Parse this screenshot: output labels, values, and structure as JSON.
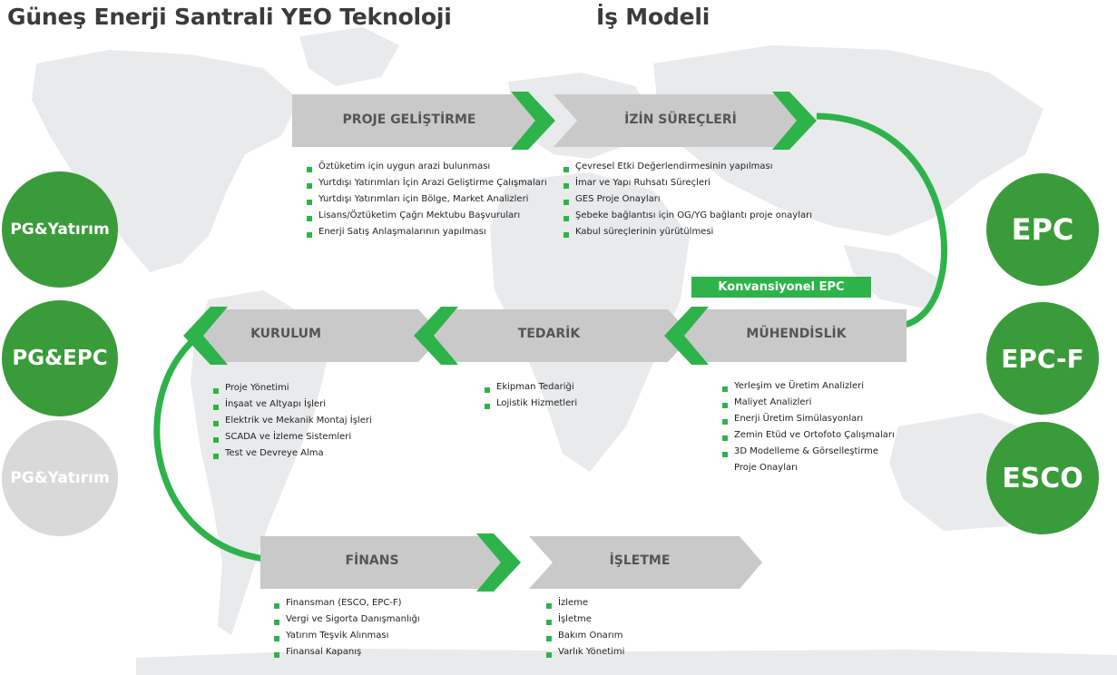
{
  "title": {
    "main": "Güneş Enerji Santrali YEO Teknoloji",
    "sub": "İş Modeli"
  },
  "colors": {
    "accent_green": "#2db34a",
    "dark_green": "#1a8f3a",
    "step_gray": "#c9c9c9",
    "faded_circle": "#d9d9d9",
    "map_gray": "#e6e8ea"
  },
  "steps": {
    "proje": "PROJE GELİŞTİRME",
    "izin": "İZİN SÜREÇLERİ",
    "muhendislik": "MÜHENDİSLİK",
    "tedarik": "TEDARİK",
    "kurulum": "KURULUM",
    "finans": "FİNANS",
    "isletme": "İŞLETME"
  },
  "konvansiyonel": "Konvansiyonel EPC",
  "lists": {
    "proje": [
      "Öztüketim için uygun arazi bulunması",
      "Yurtdışı Yatırımları İçin Arazi Geliştirme Çalışmaları",
      "Yurtdışı Yatırımları için Bölge, Market Analizleri",
      "Lisans/Öztüketim Çağrı Mektubu Başvuruları",
      "Enerji Satış Anlaşmalarının yapılması"
    ],
    "izin": [
      "Çevresel Etki Değerlendirmesinin yapılması",
      "İmar ve Yapı Ruhsatı Süreçleri",
      "GES Proje Onayları",
      "Şebeke bağlantısı için OG/YG bağlantı proje onayları",
      "Kabul süreçlerinin yürütülmesi"
    ],
    "muhendislik": [
      "Yerleşim ve Üretim Analizleri",
      "Maliyet Analizleri",
      "Enerji Üretim Simülasyonları",
      "Zemin Etüd ve Ortofoto Çalışmaları",
      "3D Modelleme & Görselleştirme",
      "Proje Onayları"
    ],
    "tedarik": [
      "Ekipman Tedariği",
      "Lojistik Hizmetleri"
    ],
    "kurulum": [
      "Proje Yönetimi",
      "İnşaat ve Altyapı İşleri",
      "Elektrik ve Mekanik Montaj İşleri",
      "SCADA ve İzleme Sistemleri",
      "Test ve Devreye Alma"
    ],
    "finans": [
      "Finansman (ESCO, EPC-F)",
      "Vergi ve Sigorta Danışmanlığı",
      "Yatırım Teşvik Alınması",
      "Finansal Kapanış"
    ],
    "isletme": [
      "İzleme",
      "İşletme",
      "Bakım Onarım",
      "Varlık Yönetimi"
    ]
  },
  "circles": {
    "left1": "PG&Yatırım",
    "left2": "PG&EPC",
    "left3": "PG&Yatırım",
    "right1": "EPC",
    "right2": "EPC-F",
    "right3": "ESCO"
  }
}
